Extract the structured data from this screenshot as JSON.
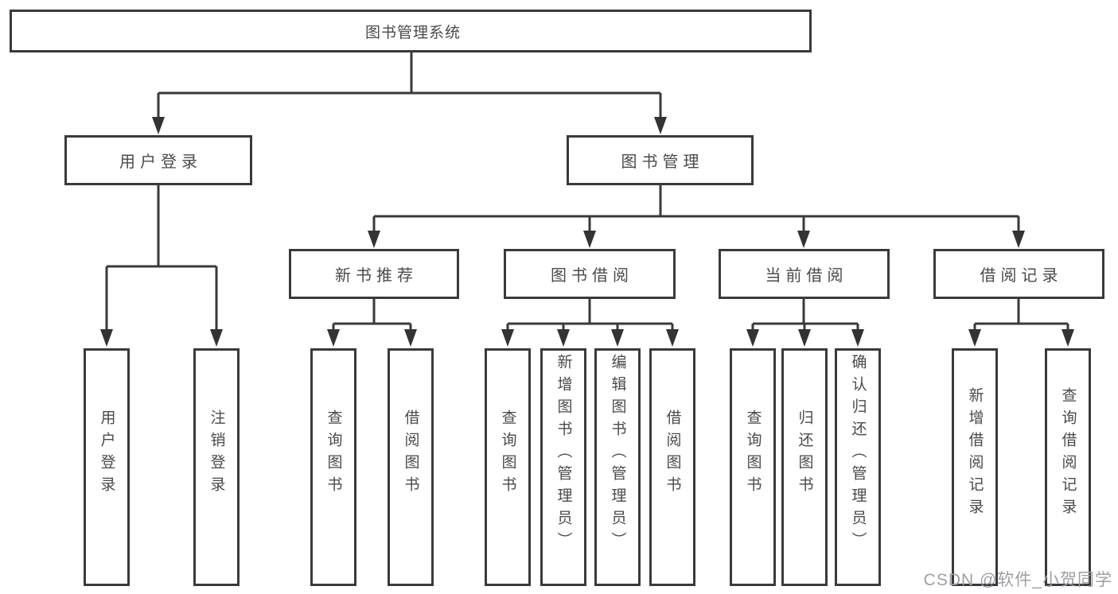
{
  "colors": {
    "line": "#3a3a3a",
    "box_border": "#3a3a3a",
    "text": "#4a4a4a",
    "background": "#ffffff",
    "watermark": "#9e9ea6"
  },
  "root": {
    "label": "图书管理系统"
  },
  "level1": {
    "user_login": {
      "label": "用户登录"
    },
    "book_management": {
      "label": "图书管理"
    }
  },
  "level2": {
    "new_book_recommend": {
      "label": "新书推荐"
    },
    "book_borrow": {
      "label": "图书借阅"
    },
    "current_borrow": {
      "label": "当前借阅"
    },
    "borrow_records": {
      "label": "借阅记录"
    }
  },
  "leaves": {
    "user_login": {
      "label": "用户登录"
    },
    "logout_login": {
      "label": "注销登录"
    },
    "nbr_query_books": {
      "label": "查询图书"
    },
    "nbr_borrow_books": {
      "label": "借阅图书"
    },
    "bb_query_books": {
      "label": "查询图书"
    },
    "bb_add_books_admin": {
      "label": "新增图书（管理员）"
    },
    "bb_edit_books_admin": {
      "label": "编辑图书（管理员）"
    },
    "bb_borrow_books": {
      "label": "借阅图书"
    },
    "cb_query_books": {
      "label": "查询图书"
    },
    "cb_return_books": {
      "label": "归还图书"
    },
    "cb_confirm_return_admin": {
      "label": "确认归还（管理员）"
    },
    "br_add_record": {
      "label": "新增借阅记录"
    },
    "br_query_record": {
      "label": "查询借阅记录"
    }
  },
  "watermark": {
    "text": "CSDN @软件_小贺同学"
  }
}
